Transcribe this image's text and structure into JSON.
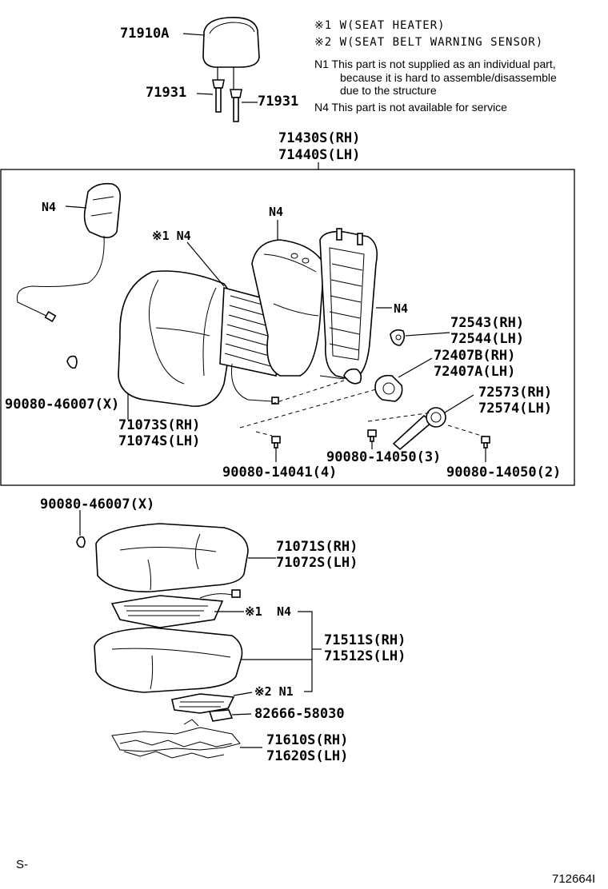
{
  "legend": {
    "note1": "※1 W(SEAT HEATER)",
    "note2": "※2 W(SEAT BELT WARNING SENSOR)",
    "n1_line1": "N1  This part is not supplied as an individual part,",
    "n1_line2": "because it is hard to assemble/disassemble",
    "n1_line3": "due to the structure",
    "n4": "N4  This part is not available for service"
  },
  "labels": {
    "p71910A": "71910A",
    "p71931_left": "71931",
    "p71931_right": "71931",
    "p71430S": "71430S(RH)",
    "p71440S": "71440S(LH)",
    "n4_armrest": "N4",
    "n4_pad": "N4",
    "heater_n4": "※1 N4",
    "n4_frame": "N4",
    "p72543": "72543(RH)",
    "p72544": "72544(LH)",
    "p72407B": "72407B(RH)",
    "p72407A": "72407A(LH)",
    "p72573": "72573(RH)",
    "p72574": "72574(LH)",
    "p90080_46007_upper": "90080-46007(X)",
    "p71073S": "71073S(RH)",
    "p71074S": "71074S(LH)",
    "p90080_14041": "90080-14041(4)",
    "p90080_14050_3": "90080-14050(3)",
    "p90080_14050_2": "90080-14050(2)",
    "p90080_46007_lower": "90080-46007(X)",
    "p71071S": "71071S(RH)",
    "p71072S": "71072S(LH)",
    "heater_mark": "※1",
    "n4_cushion": "N4",
    "p71511S": "71511S(RH)",
    "p71512S": "71512S(LH)",
    "sensor_mark": "※2 N1",
    "p82666": "82666-58030",
    "p71610S": "71610S(RH)",
    "p71620S": "71620S(LH)"
  },
  "footer": {
    "left": "S-",
    "right": "712664I"
  }
}
